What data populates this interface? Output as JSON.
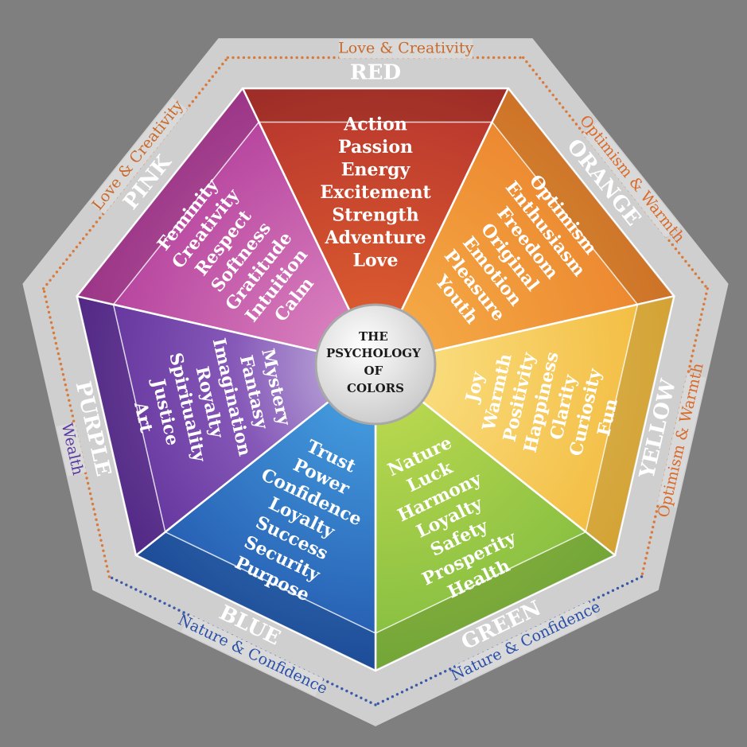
{
  "center": {
    "lines": [
      "THE",
      "PSYCHOLOGY",
      "OF",
      "COLORS"
    ]
  },
  "colors": {
    "background": "#7f7f7f",
    "frame": "#d9d9d9",
    "red": "#c9472e",
    "orange": "#ee8a2c",
    "yellow": "#f4c043",
    "green": "#8cc443",
    "blue": "#2a7bc8",
    "purple": "#6e3aa6",
    "pink": "#b83f9c"
  },
  "segments": [
    {
      "id": "red",
      "label": "RED",
      "words": [
        "Action",
        "Passion",
        "Energy",
        "Excitement",
        "Strength",
        "Adventure",
        "Love"
      ]
    },
    {
      "id": "orange",
      "label": "ORANGE",
      "words": [
        "Optimism",
        "Enthusiasm",
        "Freedom",
        "Original",
        "Emotion",
        "Pleasure",
        "Youth"
      ]
    },
    {
      "id": "yellow",
      "label": "YELLOW",
      "words": [
        "Joy",
        "Warmth",
        "Positivity",
        "Happiness",
        "Clarity",
        "Curiosity",
        "Fun"
      ]
    },
    {
      "id": "green",
      "label": "GREEN",
      "words": [
        "Nature",
        "Luck",
        "Harmony",
        "Loyalty",
        "Safety",
        "Prosperity",
        "Health"
      ]
    },
    {
      "id": "blue",
      "label": "BLUE",
      "words": [
        "Trust",
        "Power",
        "Confidence",
        "Loyalty",
        "Success",
        "Security",
        "Purpose"
      ]
    },
    {
      "id": "purple",
      "label": "PURPLE",
      "words": [
        "Mystery",
        "Fantasy",
        "Imagination",
        "Royalty",
        "Spirituality",
        "Justice",
        "Art"
      ]
    },
    {
      "id": "pink",
      "label": "PINK",
      "words": [
        "Feminity",
        "Creativity",
        "Respect",
        "Softness",
        "Gratitude",
        "Intuition",
        "Calm"
      ]
    }
  ],
  "edge_labels": [
    {
      "text": "Love & Creativity",
      "color": "#c86a2a"
    },
    {
      "text": "Love & Creativity",
      "color": "#c86a2a"
    },
    {
      "text": "Optimism & Warmth",
      "color": "#d96a2a"
    },
    {
      "text": "Optimism & Warmth",
      "color": "#d96a2a"
    },
    {
      "text": "Wealth",
      "color": "#5b3aa0"
    },
    {
      "text": "Nature & Confidence",
      "color": "#2a4fa6"
    },
    {
      "text": "Nature & Confidence",
      "color": "#2a4fa6"
    }
  ]
}
